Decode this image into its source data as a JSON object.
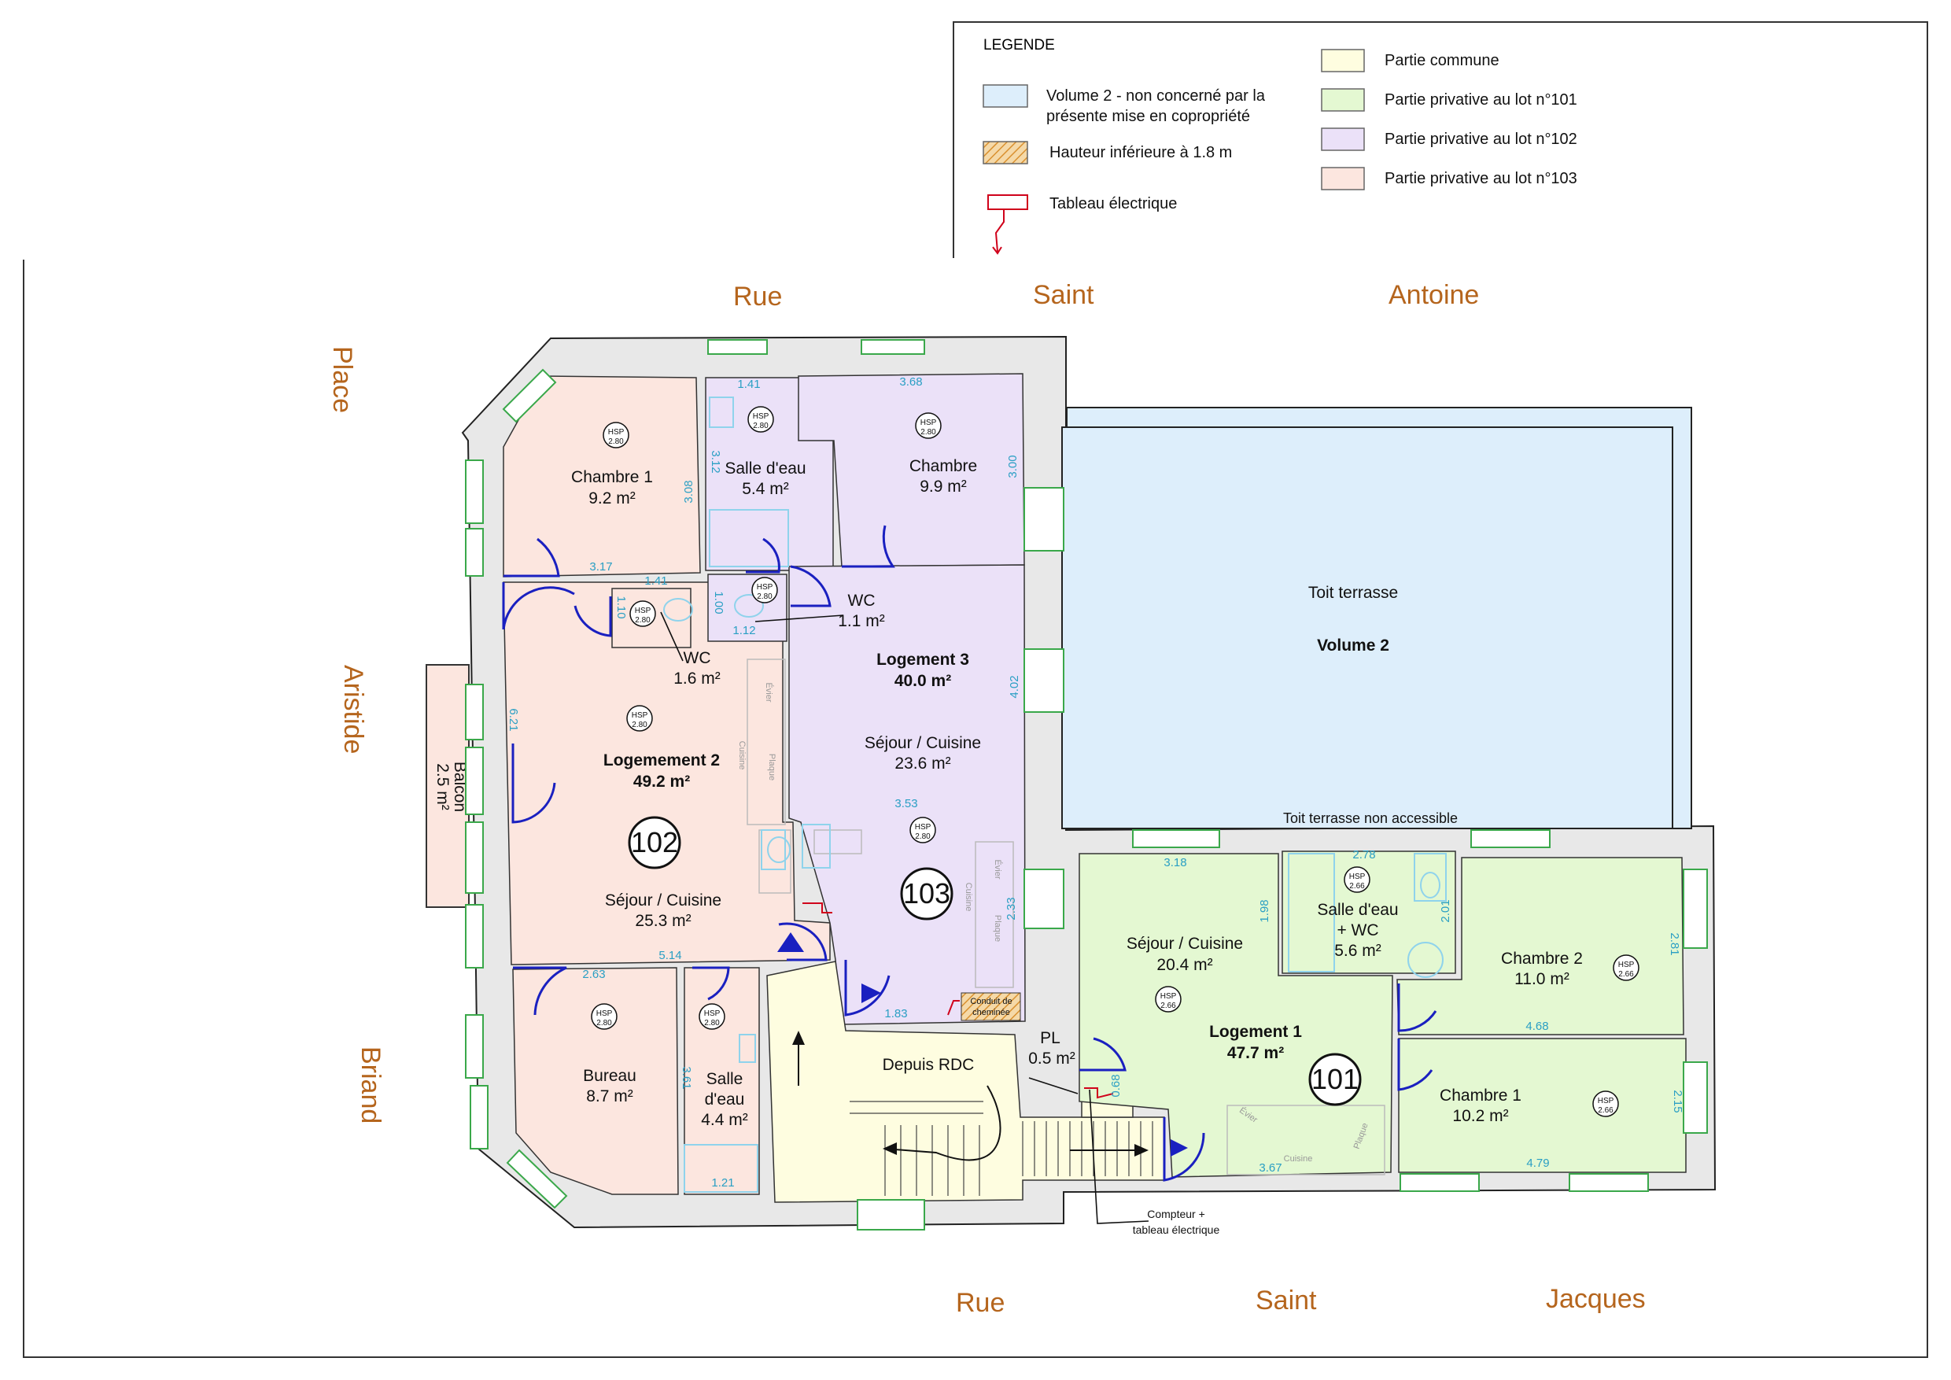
{
  "legend": {
    "title": "LEGENDE",
    "items": [
      {
        "label1": "Volume 2 - non concerné par la",
        "label2": "présente mise en copropriété",
        "color": "#ddeefb"
      },
      {
        "label1": "Hauteur inférieure à 1.8 m",
        "color": "#f2c27a"
      },
      {
        "label1": "Tableau électrique",
        "color": "#d0021b"
      },
      {
        "label1": "Partie commune",
        "color": "#fefde0"
      },
      {
        "label1": "Partie privative au lot n°101",
        "color": "#e4f8d2"
      },
      {
        "label1": "Partie privative au lot n°102",
        "color": "#ebe1f8"
      },
      {
        "label1": "Partie privative au lot n°103",
        "color": "#fce6df"
      }
    ]
  },
  "streets": {
    "top": [
      "Rue",
      "Saint",
      "Antoine"
    ],
    "left": [
      "Place",
      "Aristide",
      "Briand"
    ],
    "bottom": [
      "Rue",
      "Saint",
      "Jacques"
    ]
  },
  "colors": {
    "common": "#fefde0",
    "lot101": "#e4f8d2",
    "lot102": "#ebe1f8",
    "lot103": "#fce6df",
    "volume2": "#ddeefb",
    "wall": "#e8e8e8",
    "door": "#1a20c0",
    "window": "#3aa84a",
    "dim": "#2a9fc4",
    "street": "#b5651d"
  },
  "hsp": {
    "label": "HSP",
    "v280": "2.80",
    "v266": "2.66"
  },
  "rooms": {
    "chambre1_102": {
      "name": "Chambre 1",
      "area": "9.2 m²"
    },
    "salle_eau_103": {
      "name": "Salle d'eau",
      "area": "5.4 m²"
    },
    "chambre_103": {
      "name": "Chambre",
      "area": "9.9 m²"
    },
    "wc_103": {
      "name": "WC",
      "area": "1.1 m²"
    },
    "wc_102": {
      "name": "WC",
      "area": "1.6 m²"
    },
    "logement3": {
      "name": "Logement 3",
      "area": "40.0 m²"
    },
    "sejour_103": {
      "name": "Séjour / Cuisine",
      "area": "23.6 m²"
    },
    "logement2": {
      "name": "Logemement 2",
      "area": "49.2 m²"
    },
    "sejour_102": {
      "name": "Séjour / Cuisine",
      "area": "25.3 m²"
    },
    "balcon": {
      "name": "Balcon",
      "area": "2.5 m²"
    },
    "bureau": {
      "name": "Bureau",
      "area": "8.7 m²"
    },
    "salle_eau_102": {
      "name": "Salle",
      "name2": "d'eau",
      "area": "4.4 m²"
    },
    "depuis_rdc": {
      "name": "Depuis RDC"
    },
    "pl": {
      "name": "PL",
      "area": "0.5 m²"
    },
    "toit": {
      "name": "Toit terrasse",
      "sub": "Volume 2"
    },
    "toit_na": {
      "name": "Toit terrasse non accessible"
    },
    "sejour_101": {
      "name": "Séjour / Cuisine",
      "area": "20.4 m²"
    },
    "salle_eau_101": {
      "name": "Salle d'eau",
      "name2": "+ WC",
      "area": "5.6 m²"
    },
    "chambre2_101": {
      "name": "Chambre 2",
      "area": "11.0 m²"
    },
    "logement1": {
      "name": "Logement 1",
      "area": "47.7 m²"
    },
    "chambre1_101": {
      "name": "Chambre 1",
      "area": "10.2 m²"
    }
  },
  "lots": [
    "102",
    "103",
    "101"
  ],
  "dims": [
    "1.41",
    "3.68",
    "3.12",
    "3.00",
    "3.08",
    "3.17",
    "1.41",
    "1.10",
    "1.00",
    "1.12",
    "6.21",
    "4.02",
    "3.53",
    "2.33",
    "5.14",
    "2.63",
    "3.61",
    "1.21",
    "1.83",
    "0.68",
    "3.67",
    "3.18",
    "2.78",
    "1.98",
    "2.01",
    "2.81",
    "4.68",
    "2.15",
    "4.79"
  ],
  "fixtures": {
    "evier": "Évier",
    "cuisine": "Cuisine",
    "plaque": "Plaque",
    "conduit1": "Conduit de",
    "conduit2": "cheminée",
    "compteur1": "Compteur +",
    "compteur2": "tableau électrique"
  }
}
